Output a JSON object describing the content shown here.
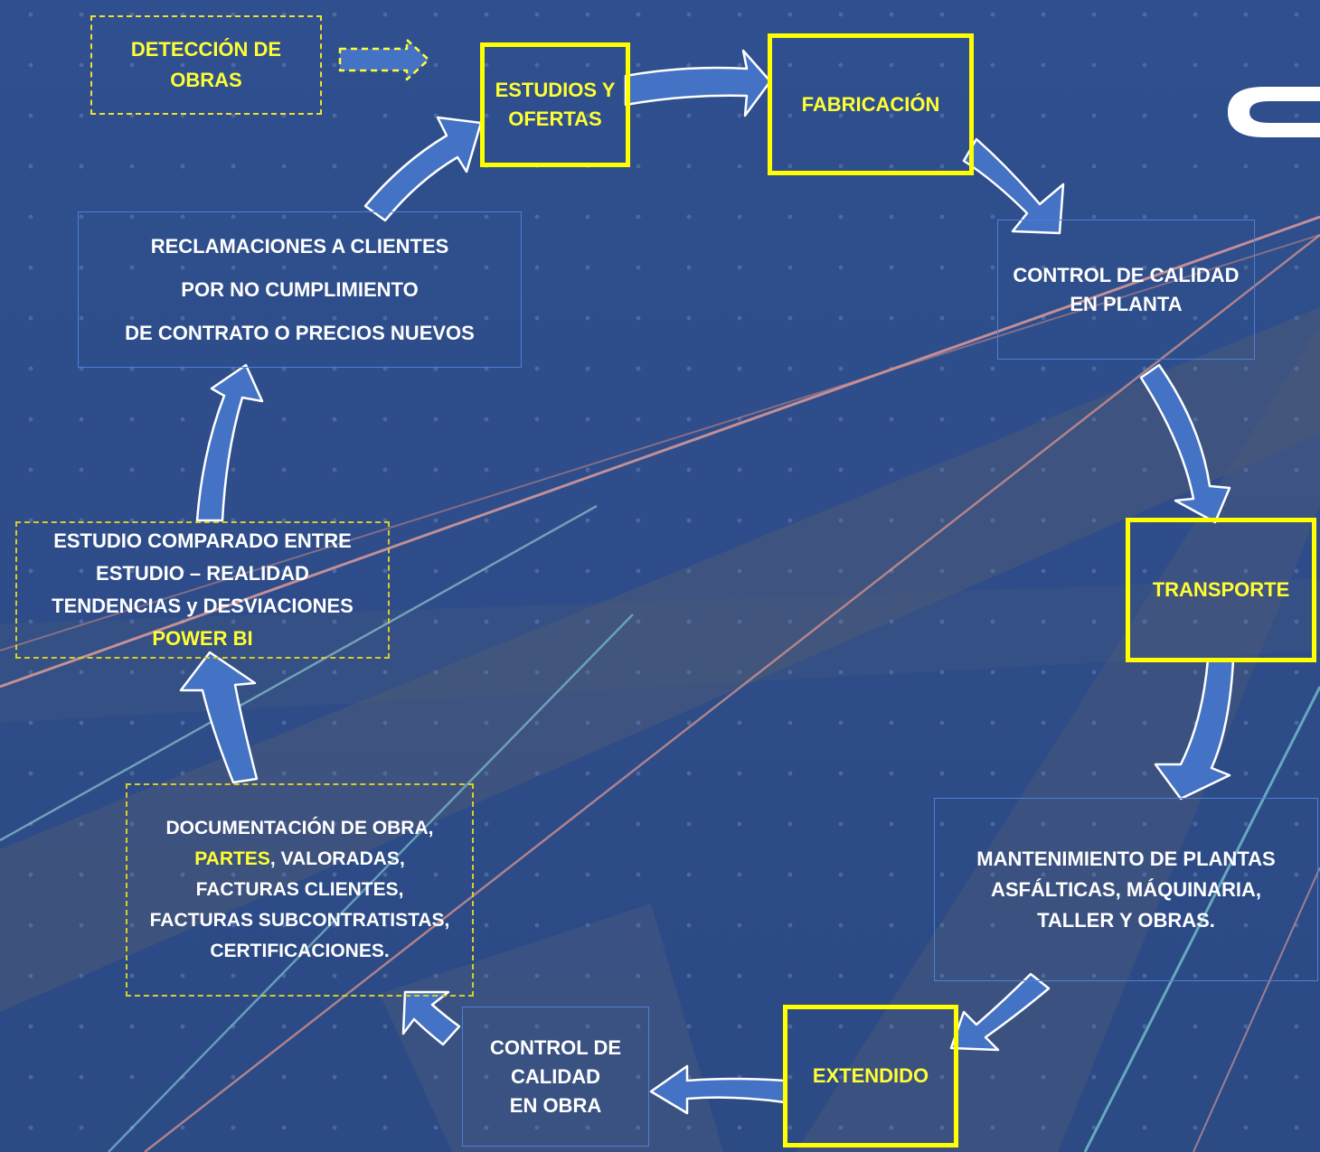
{
  "nodes": {
    "deteccion": {
      "lines": [
        "DETECCIÓN DE",
        "OBRAS"
      ]
    },
    "estudios": {
      "lines": [
        "ESTUDIOS Y",
        "OFERTAS"
      ]
    },
    "fabricacion": {
      "lines": [
        "FABRICACIÓN"
      ]
    },
    "control_planta": {
      "lines": [
        "CONTROL DE CALIDAD",
        "EN PLANTA"
      ]
    },
    "transporte": {
      "lines": [
        "TRANSPORTE"
      ]
    },
    "mantenimiento": {
      "lines": [
        "MANTENIMIENTO DE PLANTAS",
        "ASFÁLTICAS, MÁQUINARIA,",
        "TALLER Y OBRAS."
      ]
    },
    "extendido": {
      "lines": [
        "EXTENDIDO"
      ]
    },
    "control_obra": {
      "lines": [
        "CONTROL DE",
        "CALIDAD",
        "EN OBRA"
      ]
    },
    "documentacion": {
      "line1": "DOCUMENTACIÓN DE OBRA,",
      "line2_highlight": "PARTES",
      "line2_rest": ", VALORADAS,",
      "line3": "FACTURAS CLIENTES,",
      "line4": "FACTURAS SUBCONTRATISTAS,",
      "line5": "CERTIFICACIONES."
    },
    "estudio_comparado": {
      "lines": [
        "ESTUDIO COMPARADO ENTRE",
        "ESTUDIO – REALIDAD",
        "TENDENCIAS y DESVIACIONES"
      ],
      "highlight": "POWER BI"
    },
    "reclamaciones": {
      "lines": [
        "RECLAMACIONES A CLIENTES",
        "POR NO CUMPLIMIENTO",
        "DE CONTRATO  O PRECIOS NUEVOS"
      ]
    }
  },
  "colors": {
    "background": "#2f4f8c",
    "arrow_fill": "#4472c4",
    "arrow_stroke": "#ffffff",
    "highlight_border": "#ffff00",
    "highlight_text": "#ffff33"
  }
}
